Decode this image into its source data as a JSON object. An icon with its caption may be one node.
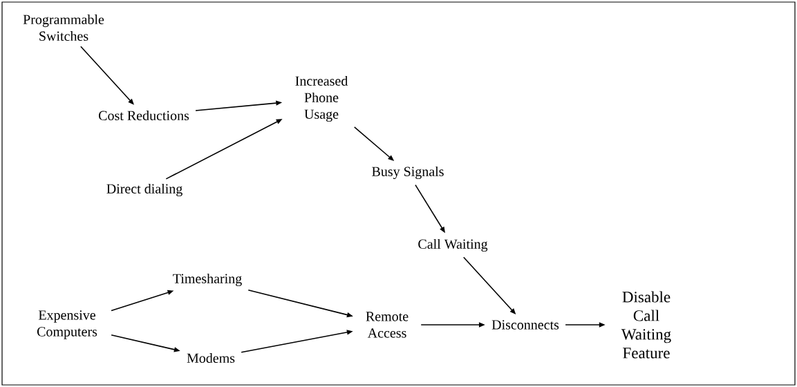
{
  "diagram": {
    "nodes": [
      {
        "text": [
          "Programmable Switches"
        ]
      },
      {
        "text": [
          "Cost Reductions"
        ]
      },
      {
        "text": [
          "Increased Phone Usage"
        ]
      },
      {
        "text": [
          "Direct dialing"
        ]
      },
      {
        "text": [
          "Busy Signals"
        ]
      },
      {
        "text": [
          "Call Waiting"
        ]
      },
      {
        "text": [
          "Expensive Computers"
        ]
      },
      {
        "text": [
          "Timesharing"
        ]
      },
      {
        "text": [
          "Modems"
        ]
      },
      {
        "text": [
          "Remote Access"
        ]
      },
      {
        "text": [
          "Disconnects"
        ]
      },
      {
        "text": [
          "Disable Call Waiting Feature"
        ]
      }
    ],
    "edges": [
      {
        "from": 0,
        "to": 1,
        "arrow": "to"
      },
      {
        "from": 1,
        "to": 2,
        "arrow": "to"
      },
      {
        "from": 3,
        "to": 2,
        "arrow": "to"
      },
      {
        "from": 2,
        "to": 4,
        "arrow": "to"
      },
      {
        "from": 4,
        "to": 5,
        "arrow": "to"
      },
      {
        "from": 5,
        "to": 10,
        "arrow": "to"
      },
      {
        "from": 6,
        "to": 7,
        "arrow": "to"
      },
      {
        "from": 6,
        "to": 8,
        "arrow": "to"
      },
      {
        "from": 7,
        "to": 9,
        "arrow": "to"
      },
      {
        "from": 8,
        "to": 9,
        "arrow": "to"
      },
      {
        "from": 9,
        "to": 10,
        "arrow": "to"
      },
      {
        "from": 10,
        "to": 11,
        "arrow": "to"
      }
    ]
  }
}
